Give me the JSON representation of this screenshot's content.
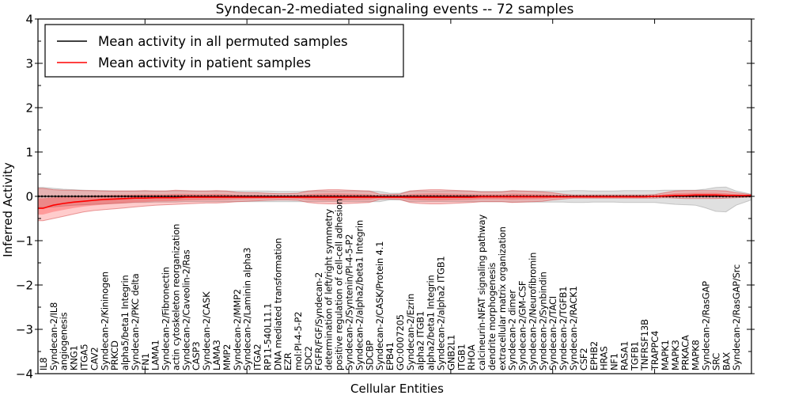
{
  "title": "Syndecan-2-mediated signaling events -- 72 samples",
  "legend": {
    "items": [
      {
        "label": "Mean activity in all permuted samples",
        "color": "#000000"
      },
      {
        "label": "Mean activity in patient samples",
        "color": "#ff0000"
      }
    ]
  },
  "axes": {
    "xlabel": "Cellular Entities",
    "ylabel": "Inferred Activity",
    "ytick_labels": [
      "4",
      "3",
      "2",
      "1",
      "0",
      "−1",
      "−2",
      "−3",
      "−4"
    ],
    "ytick_values": [
      4,
      3,
      2,
      1,
      0,
      -1,
      -2,
      -3,
      -4
    ]
  },
  "chart_data": {
    "type": "line",
    "title": "Syndecan-2-mediated signaling events -- 72 samples",
    "xlabel": "Cellular Entities",
    "ylabel": "Inferred Activity",
    "ylim": [
      -4,
      4
    ],
    "grid": false,
    "legend_position": "upper left",
    "categories": [
      "IL8",
      "Syndecan-2/IL8",
      "angiogenesis",
      "KNG1",
      "ITGA5",
      "CAV2",
      "Syndecan-2/Kininogen",
      "PRKCD",
      "alpha5/beta1 Integrin",
      "Syndecan-2/PKC delta",
      "FN1",
      "LAMA1",
      "Syndecan-2/Fibronectin",
      "actin cytoskeleton reorganization",
      "Syndecan-2/Caveolin-2/Ras",
      "CASP3",
      "Syndecan-2/CASK",
      "LAMA3",
      "MMP2",
      "Syndecan-2/MMP2",
      "Syndecan-2/Laminin alpha3",
      "ITGA2",
      "RP11-540L11.1",
      "DNA mediated transformation",
      "EZR",
      "mol:PI-4-5-P2",
      "SDC2",
      "FGFR/FGF/Syndecan-2",
      "determination of left/right symmetry",
      "positive regulation of cell-cell adhesion",
      "Syndecan-2/Syntenin/PI-4-5-P2",
      "Syndecan-2/alpha2/beta1 Integrin",
      "SDCBP",
      "Syndecan-2/CASK/Protein 4.1",
      "EPB41",
      "GO:0007205",
      "Syndecan-2/Ezrin",
      "alpha2 ITGB1",
      "alpha2/beta1 Integrin",
      "Syndecan-2/alpha2 ITGB1",
      "GNB2L1",
      "ITGB1",
      "RHOA",
      "calcineurin-NFAT signaling pathway",
      "dendrite morphogenesis",
      "extracellular matrix organization",
      "Syndecan-2 dimer",
      "Syndecan-2/GM-CSF",
      "Syndecan-2/Neurofibromin",
      "Syndecan-2/Synbindin",
      "Syndecan-2/TACI",
      "Syndecan-2/TGFB1",
      "Syndecan-2/RACK1",
      "CSF2",
      "EPHB2",
      "HRAS",
      "NF1",
      "RASA1",
      "TGFB1",
      "TNFRSF13B",
      "TRAPPC4",
      "MAPK1",
      "MAPK3",
      "PRKACA",
      "MAPK8",
      "Syndecan-2/RasGAP",
      "SRC",
      "BAX",
      "Syndecan-2/RasGAP/Src"
    ],
    "series": [
      {
        "name": "Mean activity in all permuted samples",
        "color": "#000000",
        "values": [
          0,
          0,
          0,
          0,
          0,
          0,
          0,
          0,
          0,
          0,
          0,
          0,
          0,
          0,
          0,
          0,
          0,
          0,
          0,
          0,
          0,
          0,
          0,
          0,
          0,
          0,
          0,
          0,
          0,
          0,
          0,
          0,
          0,
          0,
          0,
          0,
          0,
          0,
          0,
          0,
          0,
          0,
          0,
          0,
          0,
          0,
          0,
          0,
          0,
          0,
          0,
          0,
          0,
          0,
          0,
          0,
          0,
          0,
          0,
          0,
          0,
          0,
          0,
          0,
          0,
          0,
          0,
          0,
          0
        ]
      },
      {
        "name": "Mean activity in patient samples",
        "color": "#ff0000",
        "values": [
          -0.27,
          -0.2,
          -0.16,
          -0.13,
          -0.11,
          -0.09,
          -0.07,
          -0.06,
          -0.05,
          -0.04,
          -0.04,
          -0.03,
          -0.03,
          -0.03,
          -0.02,
          -0.02,
          -0.02,
          -0.02,
          -0.02,
          -0.02,
          -0.02,
          -0.02,
          -0.02,
          -0.02,
          -0.02,
          -0.02,
          -0.02,
          -0.02,
          -0.02,
          -0.02,
          -0.02,
          -0.02,
          -0.02,
          -0.02,
          -0.02,
          -0.02,
          -0.02,
          -0.02,
          -0.02,
          -0.02,
          -0.02,
          -0.02,
          -0.02,
          -0.01,
          -0.01,
          -0.01,
          -0.01,
          -0.01,
          -0.01,
          -0.01,
          -0.01,
          -0.01,
          -0.01,
          -0.01,
          -0.01,
          -0.01,
          -0.01,
          -0.01,
          -0.01,
          -0.01,
          0.0,
          0.01,
          0.02,
          0.02,
          0.03,
          0.03,
          0.03,
          0.02,
          0.02
        ]
      }
    ],
    "bands": [
      {
        "name": "permuted samples ± std",
        "color": "#999999",
        "upper": [
          0.2,
          0.18,
          0.16,
          0.15,
          0.14,
          0.13,
          0.13,
          0.12,
          0.12,
          0.12,
          0.12,
          0.12,
          0.12,
          0.12,
          0.12,
          0.12,
          0.12,
          0.12,
          0.12,
          0.12,
          0.12,
          0.12,
          0.12,
          0.11,
          0.11,
          0.11,
          0.12,
          0.12,
          0.12,
          0.12,
          0.12,
          0.12,
          0.12,
          0.11,
          0.07,
          0.07,
          0.12,
          0.12,
          0.12,
          0.12,
          0.12,
          0.12,
          0.12,
          0.11,
          0.11,
          0.11,
          0.12,
          0.12,
          0.12,
          0.12,
          0.12,
          0.12,
          0.13,
          0.13,
          0.12,
          0.12,
          0.12,
          0.13,
          0.13,
          0.13,
          0.13,
          0.14,
          0.14,
          0.14,
          0.14,
          0.16,
          0.2,
          0.21,
          0.12
        ],
        "lower": [
          -0.25,
          -0.24,
          -0.22,
          -0.2,
          -0.19,
          -0.18,
          -0.17,
          -0.16,
          -0.15,
          -0.14,
          -0.14,
          -0.13,
          -0.13,
          -0.13,
          -0.12,
          -0.12,
          -0.12,
          -0.12,
          -0.12,
          -0.12,
          -0.12,
          -0.12,
          -0.12,
          -0.12,
          -0.12,
          -0.12,
          -0.12,
          -0.12,
          -0.12,
          -0.12,
          -0.12,
          -0.12,
          -0.12,
          -0.12,
          -0.08,
          -0.08,
          -0.12,
          -0.12,
          -0.12,
          -0.12,
          -0.12,
          -0.12,
          -0.12,
          -0.12,
          -0.12,
          -0.12,
          -0.13,
          -0.13,
          -0.13,
          -0.13,
          -0.13,
          -0.13,
          -0.14,
          -0.14,
          -0.13,
          -0.13,
          -0.13,
          -0.14,
          -0.14,
          -0.14,
          -0.14,
          -0.16,
          -0.18,
          -0.19,
          -0.2,
          -0.26,
          -0.34,
          -0.35,
          -0.2
        ]
      },
      {
        "name": "patient samples ± std",
        "color": "#ff0000",
        "upper": [
          0.18,
          0.15,
          0.14,
          0.14,
          0.13,
          0.13,
          0.12,
          0.12,
          0.12,
          0.12,
          0.13,
          0.12,
          0.12,
          0.14,
          0.13,
          0.12,
          0.12,
          0.13,
          0.12,
          0.09,
          0.08,
          0.08,
          0.07,
          0.06,
          0.06,
          0.07,
          0.12,
          0.14,
          0.15,
          0.15,
          0.14,
          0.13,
          0.12,
          0.05,
          0.04,
          0.05,
          0.12,
          0.14,
          0.15,
          0.15,
          0.14,
          0.13,
          0.12,
          0.1,
          0.1,
          0.1,
          0.13,
          0.12,
          0.11,
          0.1,
          0.08,
          0.05,
          0.03,
          0.03,
          0.03,
          0.03,
          0.03,
          0.03,
          0.03,
          0.03,
          0.04,
          0.08,
          0.12,
          0.13,
          0.13,
          0.13,
          0.13,
          0.12,
          0.08
        ],
        "lower": [
          -0.55,
          -0.5,
          -0.45,
          -0.4,
          -0.35,
          -0.32,
          -0.3,
          -0.28,
          -0.26,
          -0.24,
          -0.22,
          -0.2,
          -0.19,
          -0.18,
          -0.17,
          -0.16,
          -0.15,
          -0.15,
          -0.14,
          -0.12,
          -0.11,
          -0.1,
          -0.09,
          -0.08,
          -0.08,
          -0.09,
          -0.14,
          -0.16,
          -0.17,
          -0.17,
          -0.16,
          -0.15,
          -0.14,
          -0.07,
          -0.06,
          -0.07,
          -0.14,
          -0.16,
          -0.17,
          -0.17,
          -0.16,
          -0.15,
          -0.14,
          -0.12,
          -0.12,
          -0.12,
          -0.14,
          -0.13,
          -0.12,
          -0.11,
          -0.08,
          -0.06,
          -0.04,
          -0.04,
          -0.04,
          -0.04,
          -0.04,
          -0.04,
          -0.04,
          -0.04,
          -0.04,
          -0.03,
          -0.04,
          -0.05,
          -0.05,
          -0.05,
          -0.05,
          -0.04,
          -0.03
        ]
      }
    ]
  }
}
